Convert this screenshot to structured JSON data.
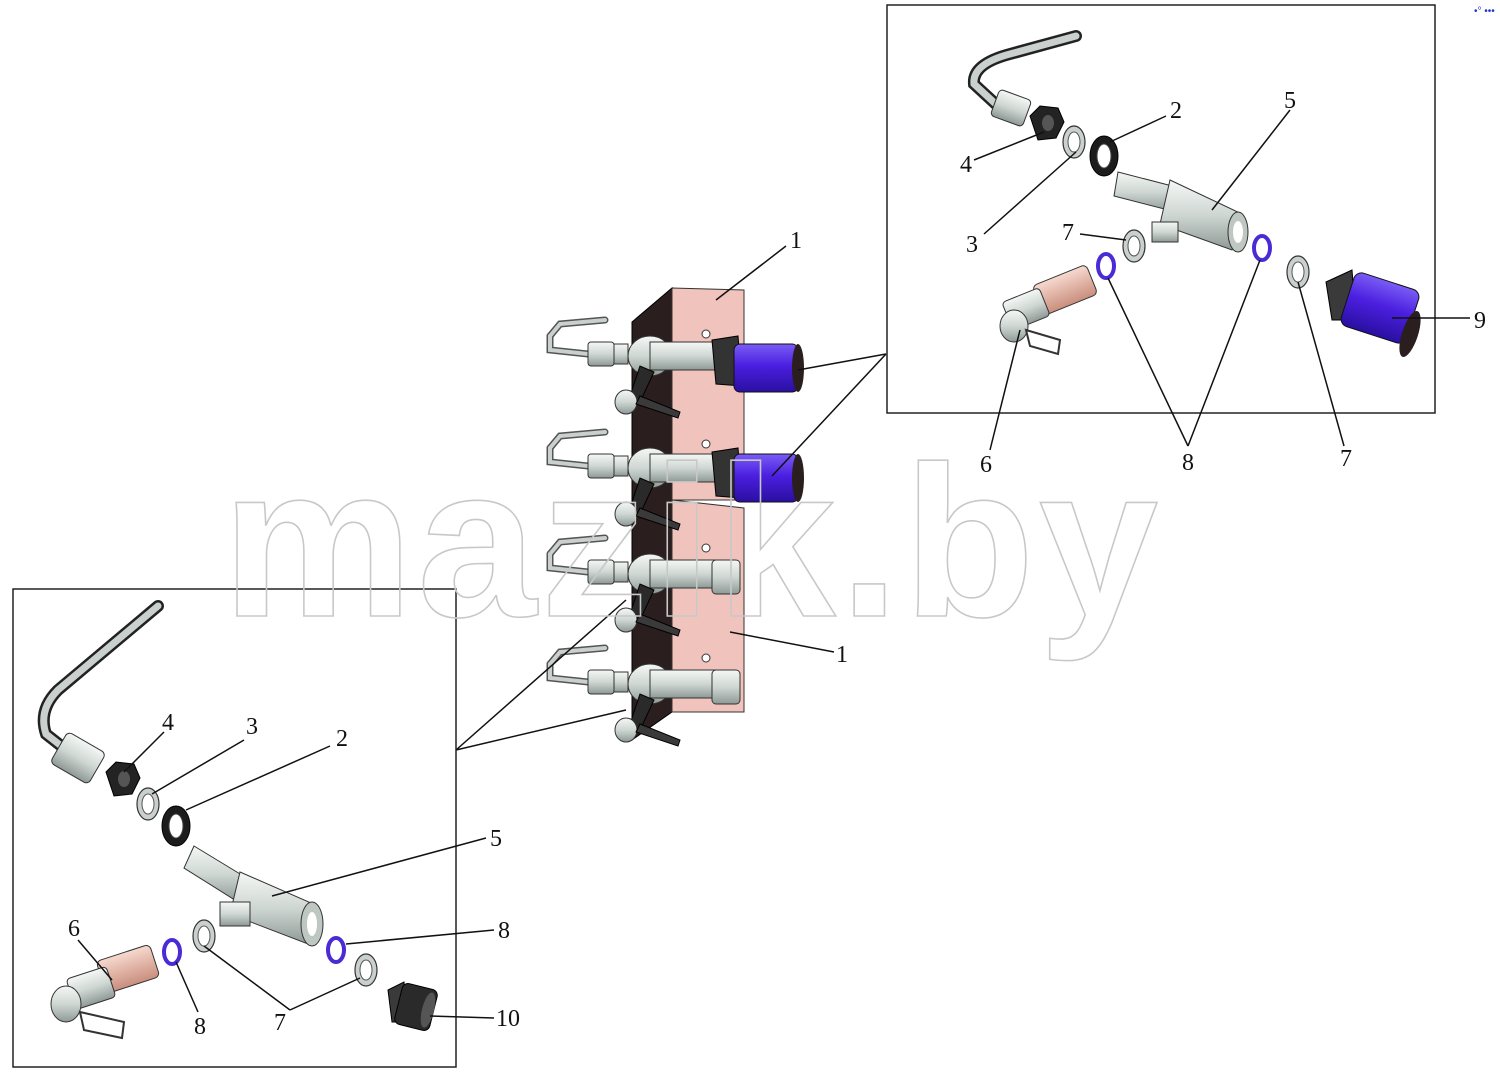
{
  "watermark": "mazik.by",
  "corner_mark": "•° •••",
  "colors": {
    "plate": "#f0c4bc",
    "plate_back": "#2a1e1e",
    "steel": "#d6ddd9",
    "steel_dark": "#7a8582",
    "dark_part": "#1c1c1c",
    "accent_blue": "#4b1fe0",
    "ring_purple": "#4a2bd6",
    "copper": "#e9b8aa",
    "line": "#111111"
  },
  "icons": [
    "tube-bend-icon",
    "nut-icon",
    "washer-icon",
    "tee-fitting-icon",
    "valve-icon",
    "plug-icon",
    "o-ring-icon"
  ],
  "callouts": {
    "assembly": {
      "c1a": "1",
      "c1b": "1"
    },
    "detail_top": {
      "c2": "2",
      "c3": "3",
      "c4": "4",
      "c5": "5",
      "c6": "6",
      "c7a": "7",
      "c7b": "7",
      "c8": "8",
      "c9": "9"
    },
    "detail_bottom": {
      "c2": "2",
      "c3": "3",
      "c4": "4",
      "c5": "5",
      "c6": "6",
      "c7": "7",
      "c8a": "8",
      "c8b": "8",
      "c10": "10"
    }
  }
}
